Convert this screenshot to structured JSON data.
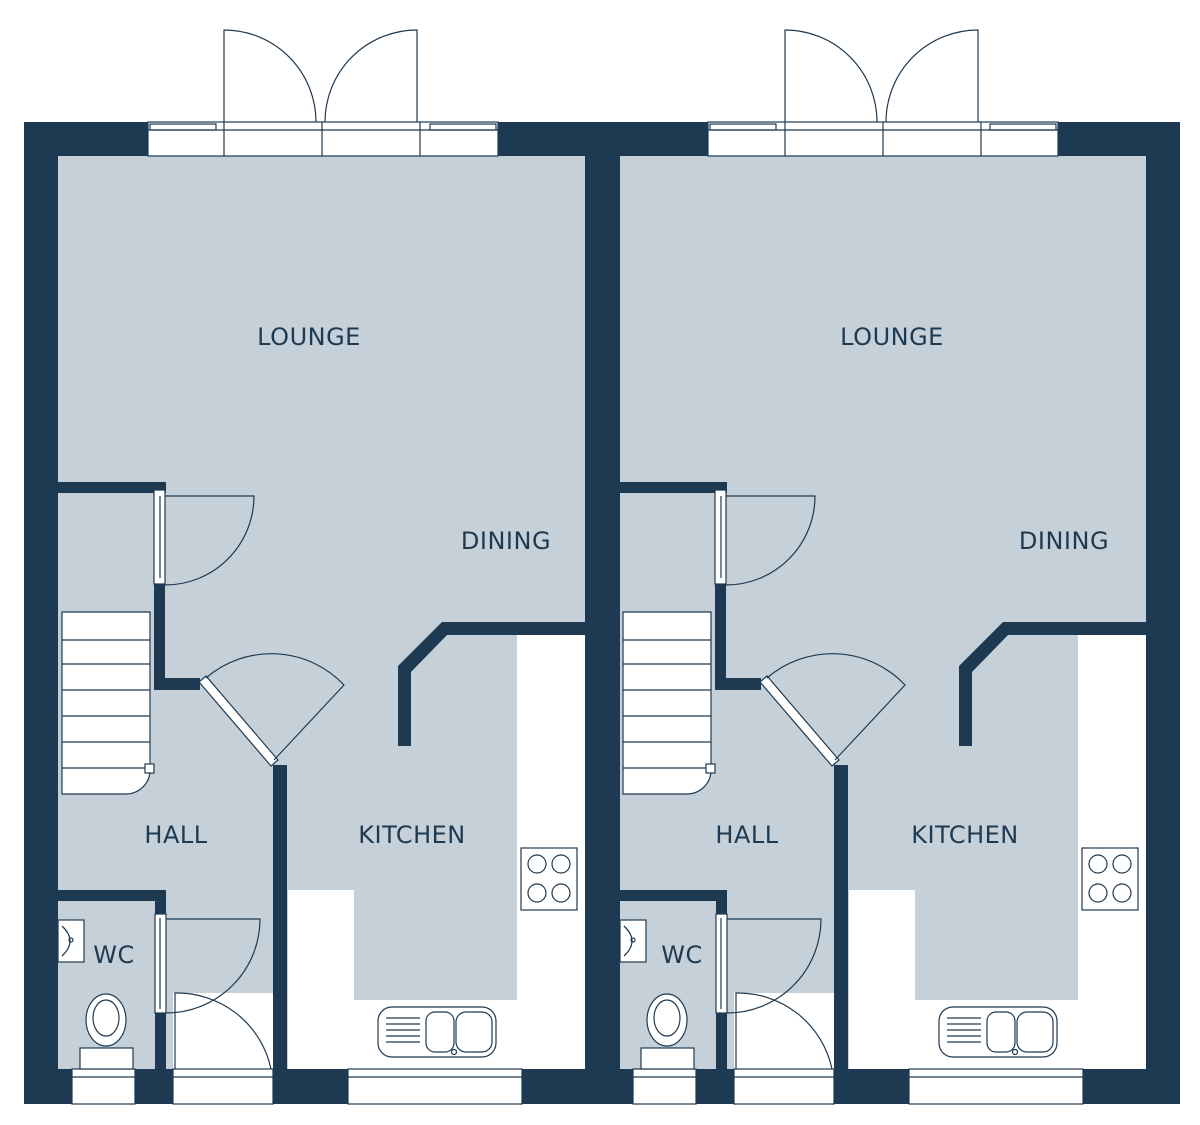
{
  "units": [
    {
      "rooms": {
        "lounge": "LOUNGE",
        "dining": "DINING",
        "hall": "HALL",
        "kitchen": "KITCHEN",
        "wc": "WC"
      }
    },
    {
      "rooms": {
        "lounge": "LOUNGE",
        "dining": "DINING",
        "hall": "HALL",
        "kitchen": "KITCHEN",
        "wc": "WC"
      }
    }
  ],
  "colors": {
    "wall": "#1e3a52",
    "floor": "#c5d0d8",
    "fixtures": "#ffffff"
  }
}
